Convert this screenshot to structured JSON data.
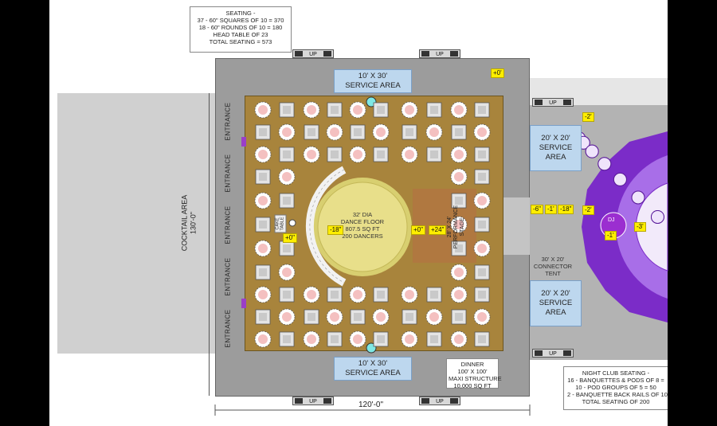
{
  "seating_note": {
    "lines": [
      "SEATING -",
      "37 - 60\" SQUARES OF 10 = 370",
      "18 - 60\" ROUNDS OF 10 = 180",
      "HEAD TABLE OF 23",
      "TOTAL SEATING = 573"
    ]
  },
  "service_area_top": {
    "line1": "10' X 30'",
    "line2": "SERVICE AREA"
  },
  "service_area_bottom": {
    "line1": "10' X 30'",
    "line2": "SERVICE AREA"
  },
  "service_area_right_top": {
    "line1": "20' X 20'",
    "line2": "SERVICE AREA"
  },
  "service_area_right_bottom": {
    "line1": "20' X 20'",
    "line2": "SERVICE AREA"
  },
  "entrance_label": "ENTRANCE",
  "cocktail_area": {
    "line1": "COCKTAIL AREA",
    "line2": "130'-0\""
  },
  "dance_floor": {
    "lines": [
      "32' DIA",
      "DANCE FLOOR",
      "807.5 SQ FT",
      "200 DANCERS"
    ]
  },
  "stage": {
    "line1": "28' X 24'",
    "line2": "PERFORMANCE",
    "line3": "STAGE"
  },
  "cake_table": {
    "line1": "CAKE",
    "line2": "TABLE"
  },
  "connector_tent": {
    "line1": "30' X 20'",
    "line2": "CONNECTOR",
    "line3": "TENT"
  },
  "dinner_note": {
    "lines": [
      "DINNER",
      "100' X 100'",
      "MAXI STRUCTURE",
      "10,000 SQ FT"
    ]
  },
  "nightclub_note": {
    "lines": [
      "NIGHT CLUB SEATING -",
      "16 - BANQUETTES & PODS OF 8 =",
      "10 - POD GROUPS OF 5 = 50",
      "2 - BANQUETTE BACK RAILS OF 10",
      "TOTAL SEATING OF 200"
    ]
  },
  "width_dimension": "120'-0\"",
  "up_label": "UP",
  "elevations": {
    "top_right": "+0'",
    "left_df": "-18\"",
    "cake": "+0\"",
    "right_df": "+0\"",
    "stage": "+24\"",
    "conn1": "-6\"",
    "conn2": "-1'",
    "conn3": "-18\"",
    "club1": "-2'",
    "club2": "-2'",
    "club3": "-3'",
    "club_dj": "-1'"
  },
  "dj_label": "DJ",
  "colors": {
    "floor": "#a8843c",
    "grey_deck": "#9c9c9c",
    "service": "#bdd7ee",
    "dance": "#e8df8a",
    "stage": "#b07840",
    "purple": "#7b2cc8",
    "elevation": "#ffee00"
  }
}
